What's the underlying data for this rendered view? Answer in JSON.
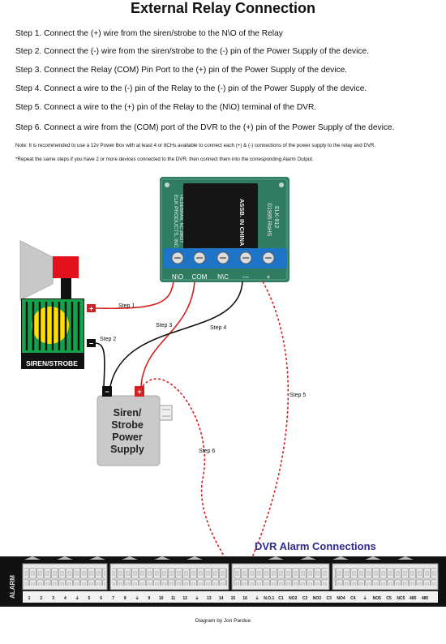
{
  "title": "External Relay Connection",
  "steps": [
    "Step 1. Connect the (+) wire from the siren/strobe to the N\\O of the Relay",
    "Step 2. Connect the (-) wire from the siren/strobe to the (-) pin of the Power Supply of the device.",
    "Step 3. Connect the Relay (COM) Pin Port to the (+) pin of the Power Supply of the device.",
    "Step 4. Connect a wire to the (-) pin of the Relay to the (-) pin of the Power Supply of the device.",
    "Step 5. Connect a wire to the (+) pin of the Relay to the (N\\O) terminal of the DVR.",
    "Step 6. Connect a wire from the (COM) port of the DVR to the (+) pin of the Power Supply of the device."
  ],
  "notes": [
    "Note: It is recommended to use a 12v Power Box with at least 4 or 8CHs available to connect each (+) & (-) connections of the power supply to the relay and DVR.",
    "*Repeat the same steps if you have 2 or more devices connected to the DVR, then connect them into the corresponding Alarm Output."
  ],
  "relay": {
    "label_text": "ASSB. IN CHINA",
    "label_text2": "ELK PRODUCTS, INC.",
    "label_text3": "HILDEBRAN, NC 28637",
    "model": "ELK-912",
    "year": "©1995 RoHS",
    "pins": [
      "N\\O",
      "COM",
      "N\\C",
      "—",
      "+"
    ]
  },
  "siren_label": "SIREN/STROBE",
  "power_supply_label": [
    "Siren/",
    "Strobe",
    "Power",
    "Supply"
  ],
  "wire_labels": {
    "step1": "Step 1",
    "step2": "Step 2",
    "step3": "Step 3",
    "step4": "Step 4",
    "step5": "Step 5",
    "step6": "Step 6"
  },
  "plus_sign": "+",
  "minus_sign": "−",
  "dvr": {
    "heading": "DVR Alarm Connections",
    "side_label": "ALARM",
    "terminals": [
      "1",
      "2",
      "3",
      "4",
      "⏚",
      "5",
      "6",
      "7",
      "8",
      "⏚",
      "9",
      "10",
      "11",
      "12",
      "⏚",
      "13",
      "14",
      "15",
      "16",
      "⏚",
      "N.O.1",
      "C1",
      "NO2",
      "C2",
      "NO3",
      "C3",
      "NO4",
      "C4",
      "⏚",
      "NO5",
      "C5",
      "NC5",
      "485",
      "485"
    ],
    "highlight": "N.O.1 C1"
  },
  "credit": "Diagram by Jon Pardue",
  "colors": {
    "wire_red": "#d42020",
    "wire_black": "#111111",
    "siren_green": "#17a14a",
    "siren_yellow": "#ffe000",
    "horn_gray": "#c8c8c8",
    "horn_red": "#e3111c",
    "relay_board": "#2f7c63",
    "relay_body": "#151515",
    "terminal_blue": "#1e74c6",
    "psu_gray": "#c9c9c9",
    "dvr_blue": "#2e2a8e"
  }
}
